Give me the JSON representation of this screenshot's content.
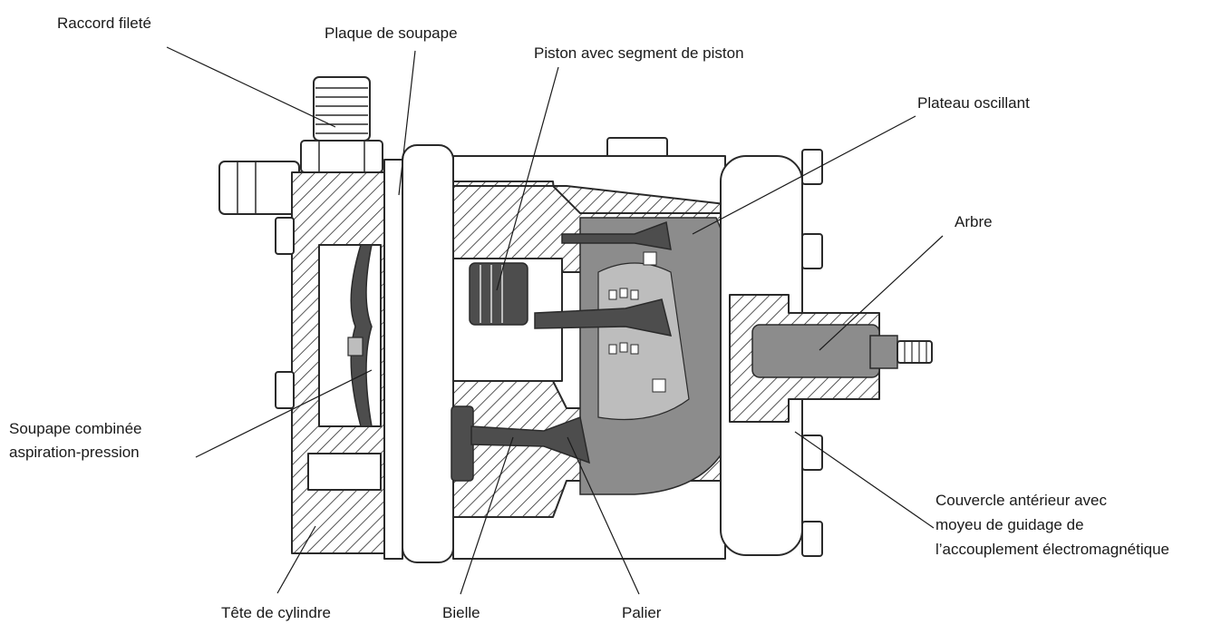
{
  "labels": {
    "raccord": "Raccord fileté",
    "plaque": "Plaque de soupape",
    "piston": "Piston avec segment de piston",
    "plateau": "Plateau oscillant",
    "arbre": "Arbre",
    "soupape_l1": "Soupape combinée",
    "soupape_l2": "aspiration-pression",
    "couvercle_l1": "Couvercle antérieur avec",
    "couvercle_l2": "moyeu de guidage de",
    "couvercle_l3": "l’accouplement électromagnétique",
    "tete": "Tête de cylindre",
    "bielle": "Bielle",
    "palier": "Palier"
  }
}
